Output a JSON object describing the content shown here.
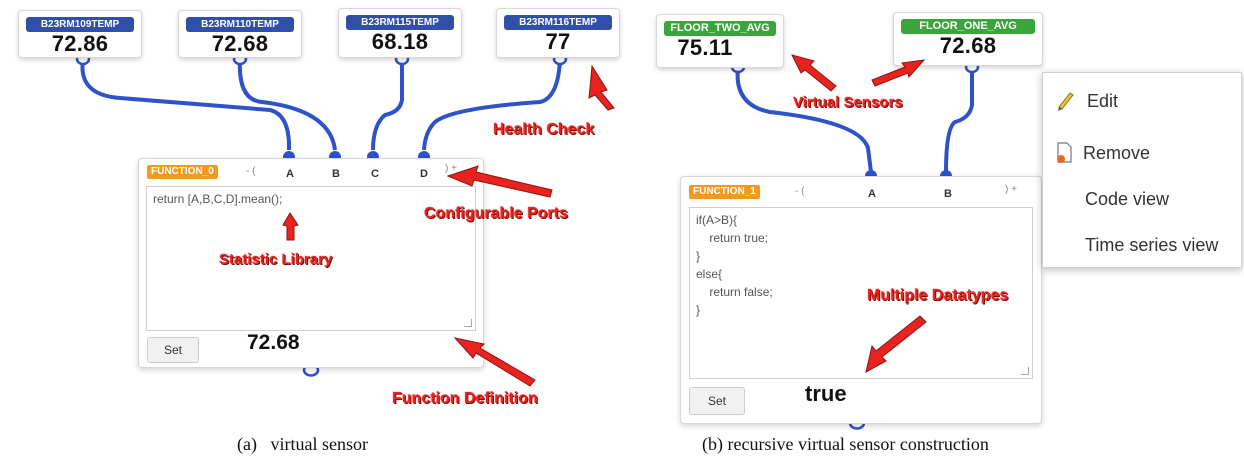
{
  "sensors": [
    {
      "name": "B23RM109TEMP",
      "value": "72.86"
    },
    {
      "name": "B23RM110TEMP",
      "value": "72.68"
    },
    {
      "name": "B23RM115TEMP",
      "value": "68.18"
    },
    {
      "name": "B23RM116TEMP",
      "value": "77"
    }
  ],
  "virtual_sensors": [
    {
      "name": "FLOOR_TWO_AVG",
      "value": "75.11"
    },
    {
      "name": "FLOOR_ONE_AVG",
      "value": "72.68"
    }
  ],
  "function_0": {
    "title": "FUNCTION_0",
    "open_paren": "- (",
    "close_paren": ") +",
    "ports": [
      "A",
      "B",
      "C",
      "D"
    ],
    "code": [
      "return [A,B,C,D].mean();"
    ],
    "set_label": "Set",
    "output": "72.68"
  },
  "function_1": {
    "title": "FUNCTION_1",
    "open_paren": "- (",
    "close_paren": ") +",
    "ports": [
      "A",
      "B"
    ],
    "code": [
      "if(A>B){",
      "    return true;",
      "}",
      "else{",
      "    return false;",
      "}"
    ],
    "set_label": "Set",
    "output": "true"
  },
  "annotations": {
    "health_check": "Health Check",
    "configurable_ports": "Configurable Ports",
    "statistic_library": "Statistic Library",
    "function_definition": "Function Definition",
    "virtual_sensors": "Virtual Sensors",
    "multiple_datatypes": "Multiple Datatypes"
  },
  "context_menu": {
    "items": [
      {
        "label": "Edit",
        "icon": "pencil-icon"
      },
      {
        "label": "Remove",
        "icon": "document-remove-icon"
      },
      {
        "label": "Code view",
        "icon": ""
      },
      {
        "label": "Time series view",
        "icon": ""
      }
    ]
  },
  "captions": {
    "a": "(a)   virtual sensor",
    "b": "(b) recursive virtual sensor construction"
  },
  "colors": {
    "sensor_tag_blue": "#2f4fa8",
    "sensor_tag_green": "#3aa53a",
    "function_tag": "#f39a1e",
    "connector": "#2f52c8",
    "annotation_red": "#e8231f"
  }
}
